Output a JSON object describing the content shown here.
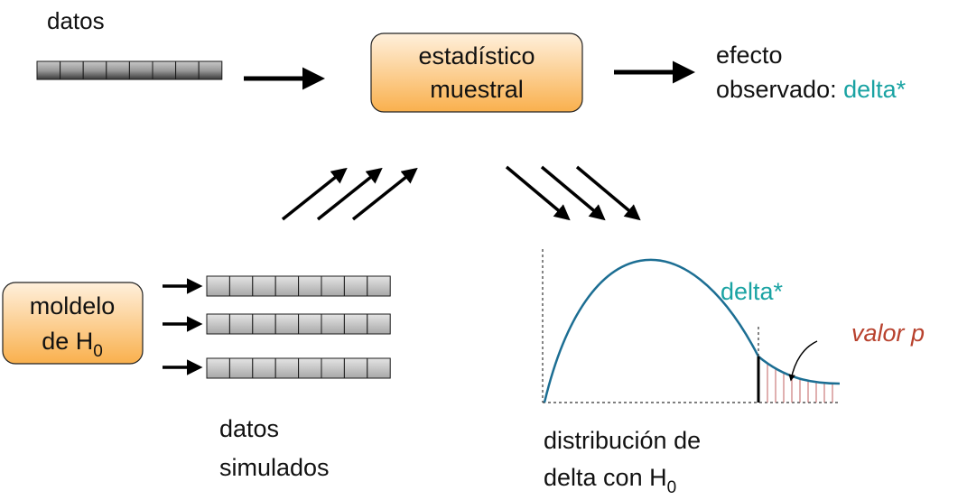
{
  "labels": {
    "datos": "datos",
    "statistic_line1": "estadístico",
    "statistic_line2": "muestral",
    "effect_line1": "efecto",
    "effect_line2_prefix": "observado: ",
    "effect_delta": "delta*",
    "model_line1": "moldelo",
    "model_line2_prefix": "de H",
    "model_subscript": "0",
    "simulated_line1": "datos",
    "simulated_line2": "simulados",
    "curve_delta": "delta*",
    "p_value": "valor p",
    "dist_line1": "distribución de",
    "dist_line2_prefix": "delta con H",
    "dist_subscript": "0"
  },
  "colors": {
    "teal": "#1aa3a3",
    "pvalue": "#b8422e",
    "curve": "#1c6e93",
    "box_fill_top": "#fff0dc",
    "box_fill_bottom": "#f9b04d",
    "hatch": "#c06060"
  },
  "data_strip": {
    "cells": 8
  },
  "simulated_strips": {
    "count": 3,
    "cells": 8
  }
}
